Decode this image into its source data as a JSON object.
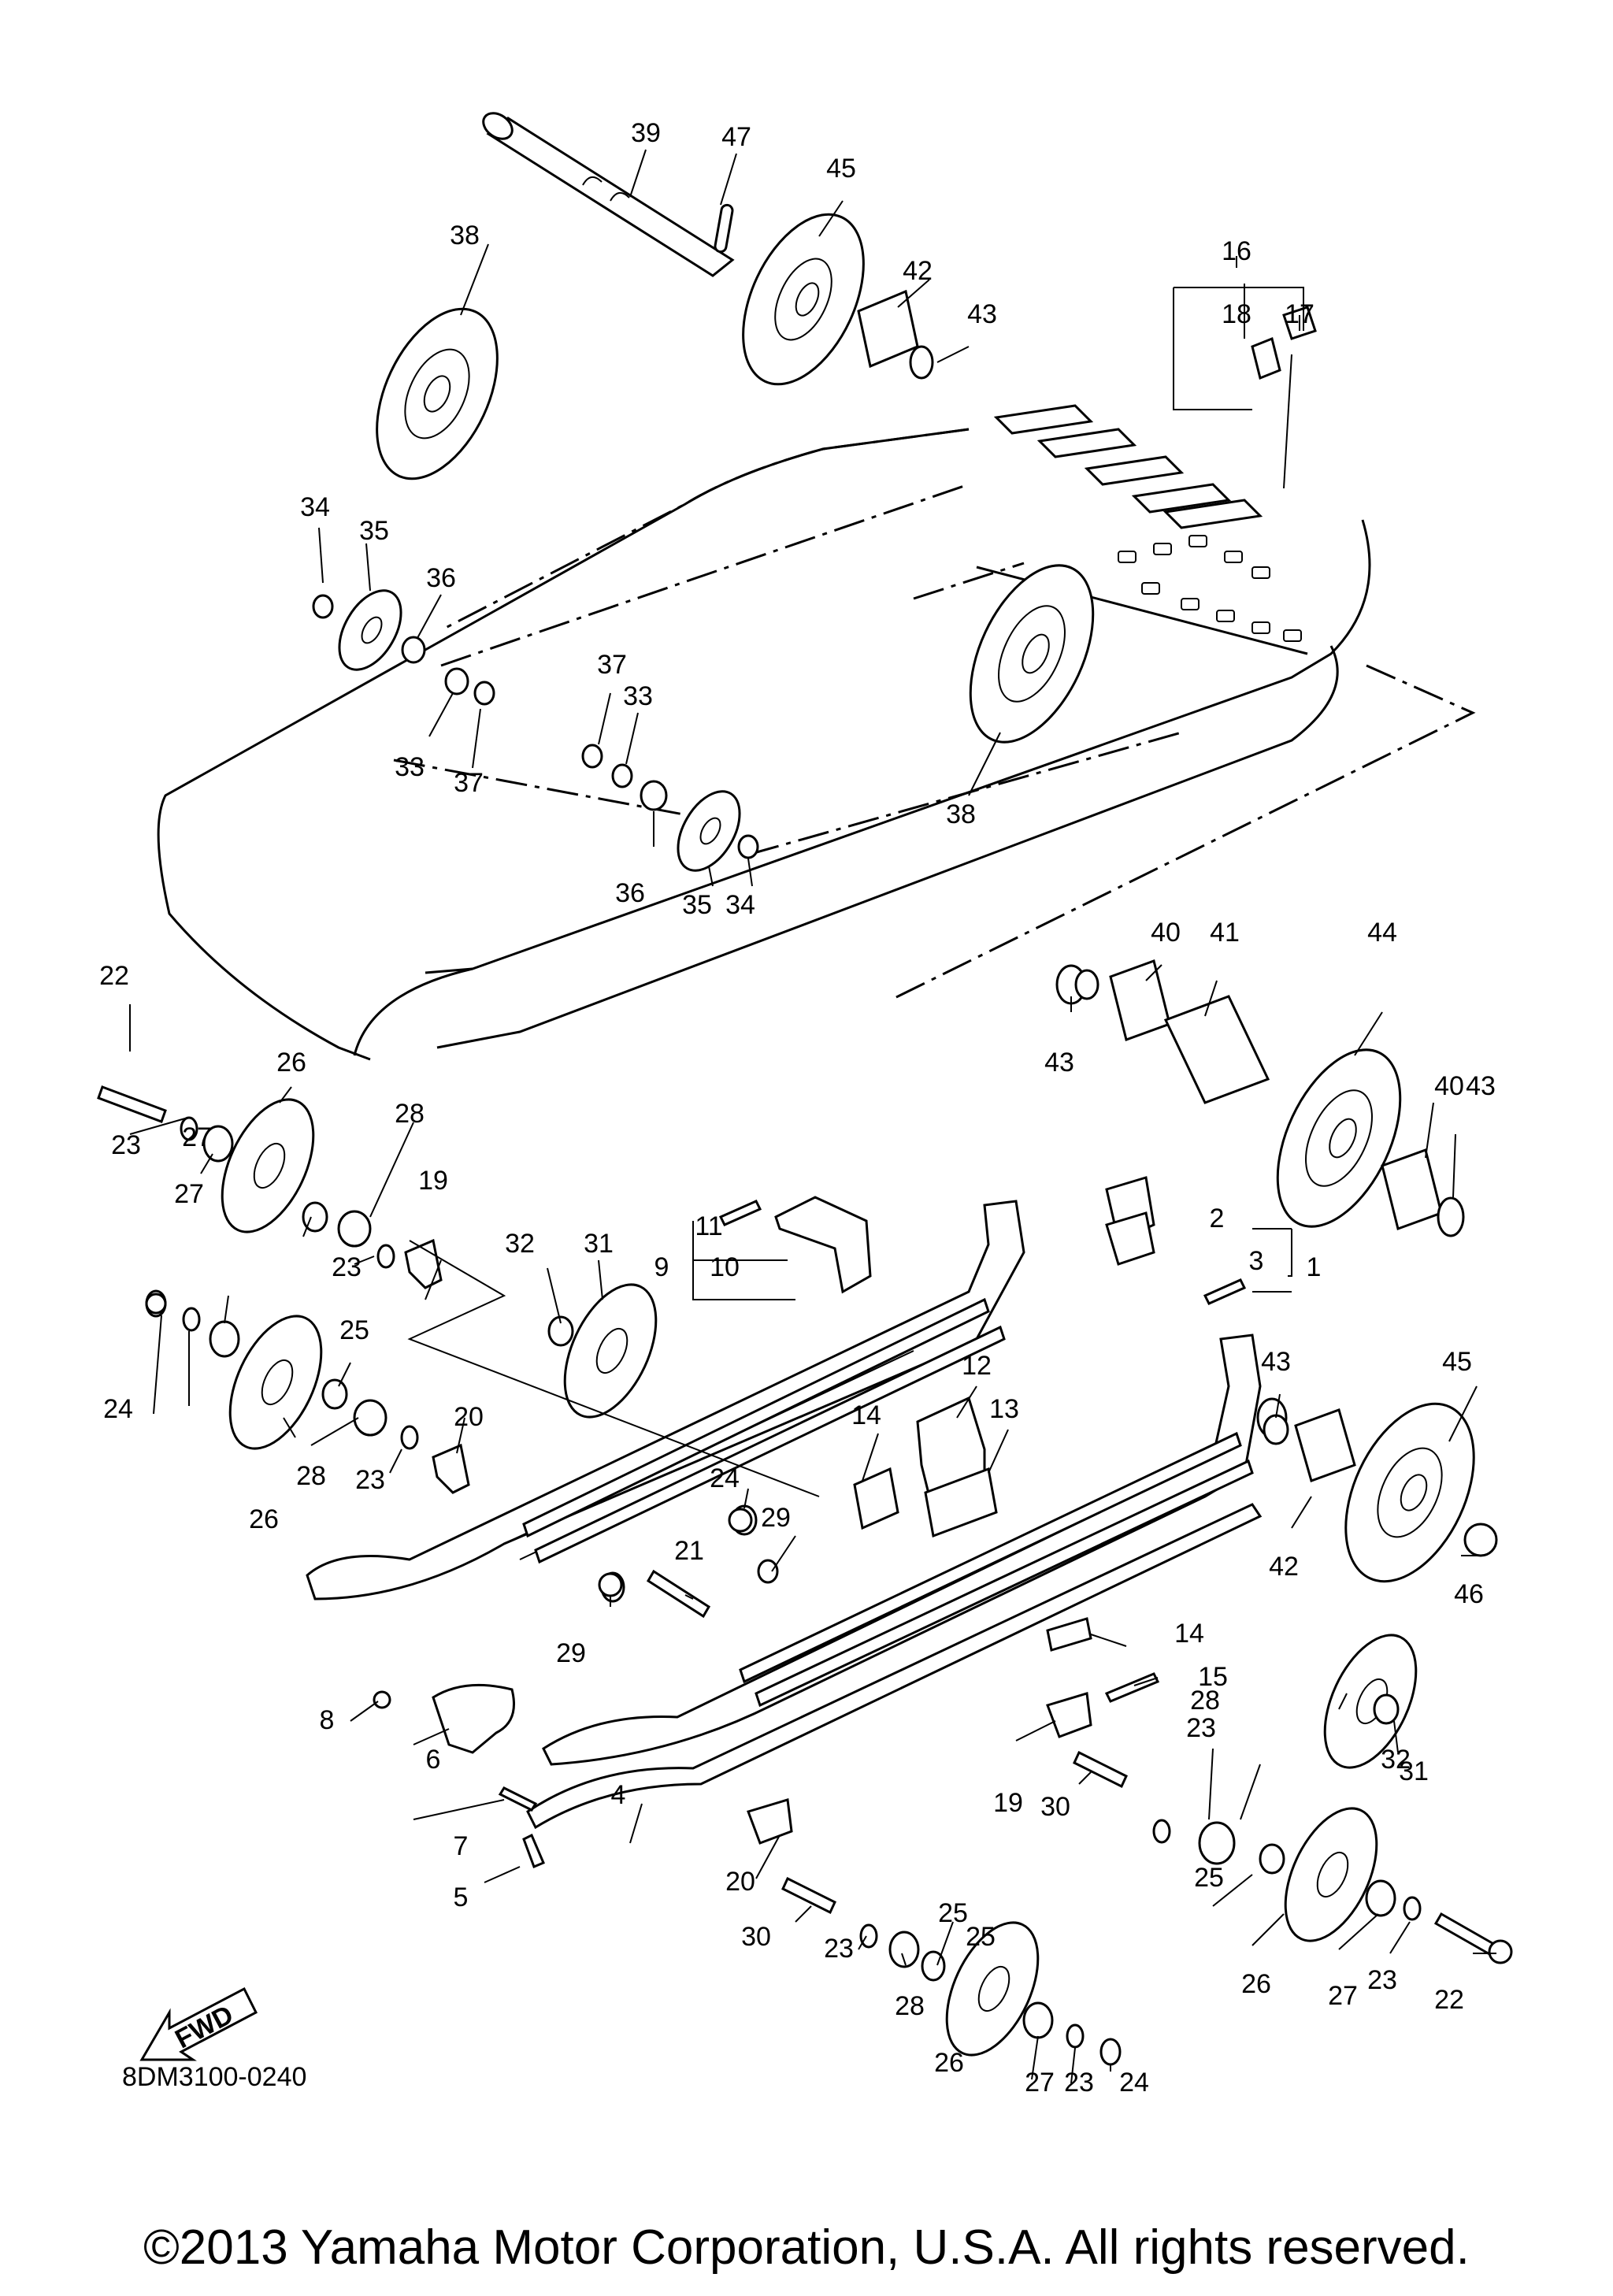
{
  "diagram_code": "8DM3100-0240",
  "copyright": "©2013 Yamaha Motor Corporation, U.S.A. All rights reserved.",
  "fwd_label": "FWD",
  "callouts": [
    "1",
    "2",
    "3",
    "4",
    "5",
    "6",
    "7",
    "8",
    "9",
    "10",
    "11",
    "12",
    "13",
    "14",
    "14",
    "15",
    "16",
    "17",
    "18",
    "19",
    "19",
    "20",
    "20",
    "21",
    "22",
    "22",
    "23",
    "23",
    "23",
    "23",
    "23",
    "23",
    "23",
    "24",
    "24",
    "24",
    "25",
    "25",
    "25",
    "25",
    "26",
    "26",
    "26",
    "26",
    "27",
    "27",
    "27",
    "27",
    "28",
    "28",
    "28",
    "28",
    "29",
    "29",
    "30",
    "30",
    "31",
    "31",
    "32",
    "32",
    "33",
    "33",
    "34",
    "34",
    "35",
    "35",
    "36",
    "36",
    "37",
    "37",
    "38",
    "38",
    "39",
    "40",
    "40",
    "41",
    "42",
    "42",
    "43",
    "43",
    "43",
    "43",
    "44",
    "45",
    "45",
    "46",
    "47"
  ]
}
